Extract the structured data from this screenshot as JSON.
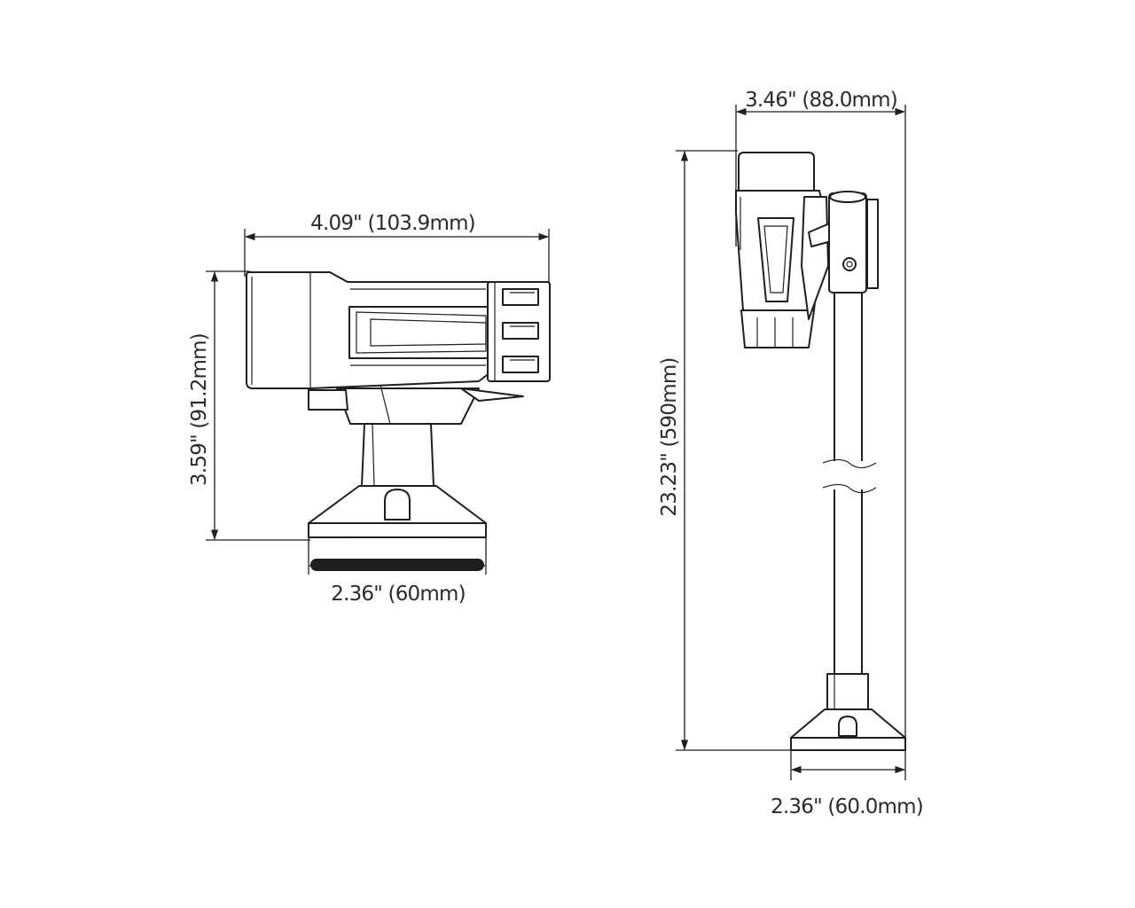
{
  "dimensions": {
    "side_width": "4.09\" (103.9mm)",
    "side_height": "3.59\" (91.2mm)",
    "side_base": "2.36\" (60mm)",
    "pole_top_width": "3.46\" (88.0mm)",
    "pole_height": "23.23\" (590mm)",
    "pole_base": "2.36\" (60.0mm)"
  },
  "colors": {
    "line": "#1f1f1f",
    "text": "#2b2b2b",
    "background": "#ffffff"
  }
}
